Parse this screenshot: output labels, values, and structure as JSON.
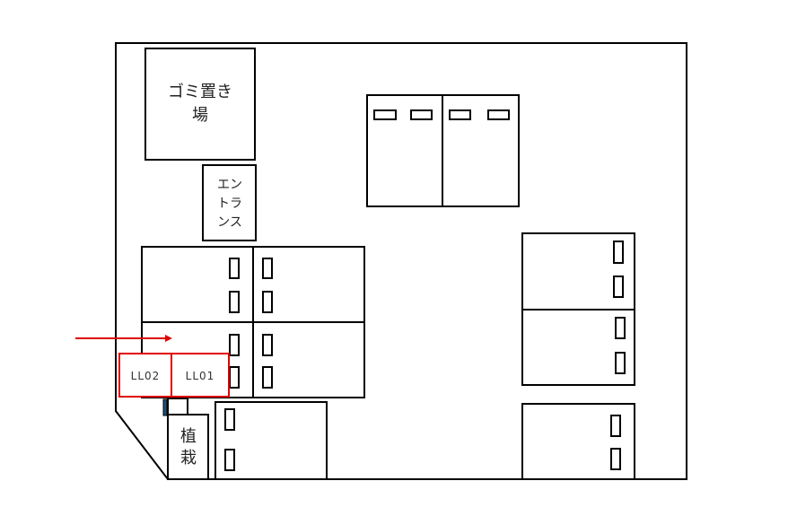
{
  "labels": {
    "garbage_line1": "ゴミ置き",
    "garbage_line2": "場",
    "entrance_line1": "エン",
    "entrance_line2": "トラ",
    "entrance_line3": "ンス",
    "planting_line1": "植",
    "planting_line2": "栽",
    "spot_ll02": "LL02",
    "spot_ll01": "LL01"
  },
  "colors": {
    "highlight": "#e00000",
    "marker": "#1f4e79"
  }
}
